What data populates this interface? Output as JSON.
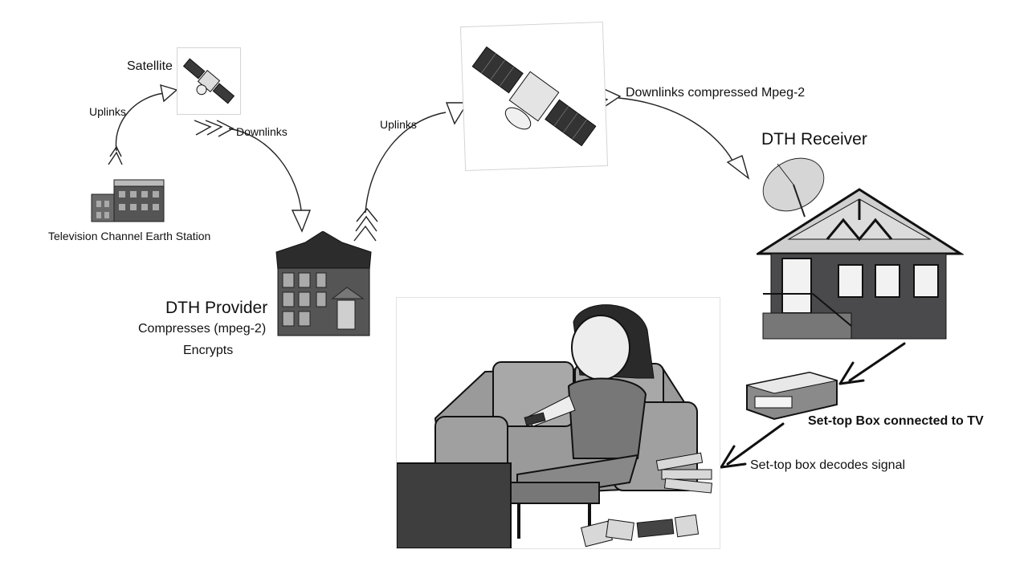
{
  "labels": {
    "satellite_small": "Satellite",
    "uplinks_left": "Uplinks",
    "downlinks_left": "Downlinks",
    "earth_station": "Television Channel Earth Station",
    "uplinks_center": "Uplinks",
    "downlinks_compressed": "Downlinks compressed Mpeg-2",
    "dth_receiver": "DTH Receiver",
    "dth_provider": "DTH Provider",
    "provider_compresses": "Compresses (mpeg-2)",
    "provider_encrypts": "Encrypts",
    "settop_connected": "Set-top Box connected to TV",
    "settop_decodes": "Set-top box decodes signal"
  },
  "colors": {
    "ink": "#111111",
    "dark_gray": "#4a4a4c",
    "mid_gray": "#8a8a8a",
    "light_gray": "#cfcfcf",
    "sky": "#ffffff"
  },
  "icons": [
    "satellite-small-icon",
    "satellite-large-icon",
    "earth-station-building-icon",
    "dth-provider-house-icon",
    "dish-antenna-icon",
    "receiver-house-icon",
    "set-top-box-icon",
    "person-watching-tv-illustration"
  ]
}
